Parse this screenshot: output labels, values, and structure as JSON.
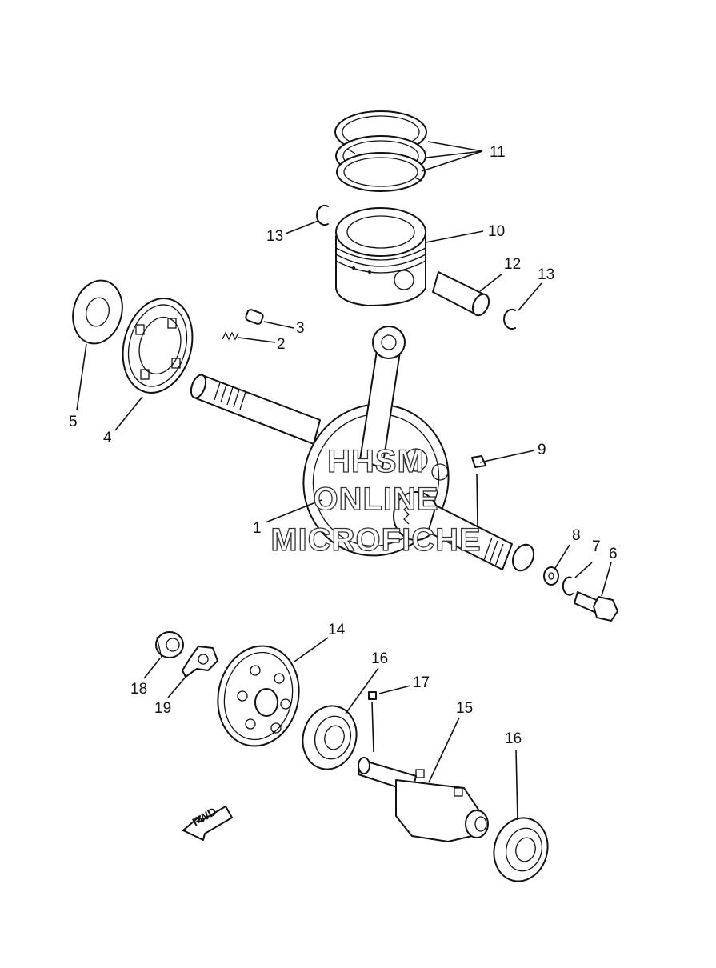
{
  "callouts": {
    "n1": "1",
    "n2": "2",
    "n3": "3",
    "n4": "4",
    "n5": "5",
    "n6": "6",
    "n7": "7",
    "n8": "8",
    "n9": "9",
    "n10": "10",
    "n11": "11",
    "n12": "12",
    "n13a": "13",
    "n13b": "13",
    "n14": "14",
    "n15": "15",
    "n16a": "16",
    "n16b": "16",
    "n17": "17",
    "n18": "18",
    "n19": "19"
  },
  "direction_arrow": {
    "label": "FWD"
  },
  "watermark": {
    "line1": "HHSM",
    "line2": "ONLINE",
    "line3": "MICROFICHE"
  }
}
